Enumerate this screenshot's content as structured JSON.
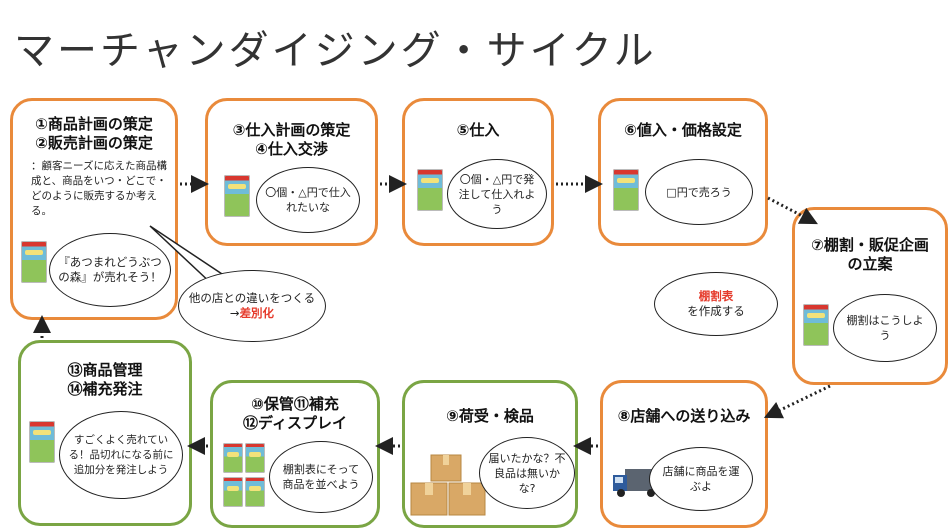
{
  "title": "マーチャンダイジング・サイクル",
  "steps": {
    "s1": {
      "line1": "①商品計画の策定",
      "line2": "②販売計画の策定",
      "note": "：顧客ニーズに応えた商品構成と、商品をいつ・どこで・どのように販売するか考える。",
      "bubble": "『あつまれどうぶつの森』が売れそう！"
    },
    "s3": {
      "line1": "③仕入計画の策定",
      "line2": "④仕入交渉",
      "bubble": "〇個・△円で仕入れたいな"
    },
    "s5": {
      "line1": "⑤仕入",
      "bubble": "〇個・△円で発注して仕入れよう"
    },
    "s6": {
      "line1": "⑥値入・価格設定",
      "bubble": "□円で売ろう"
    },
    "s7": {
      "line1": "⑦棚割・販促企画",
      "line2": "の立案",
      "bubble": "棚割はこうしよう"
    },
    "s8": {
      "line1": "⑧店舗への送り込み",
      "bubble": "店舗に商品を運ぶよ"
    },
    "s9": {
      "line1": "⑨荷受・検品",
      "bubble": "届いたかな？不良品は無いかな?"
    },
    "s10": {
      "line1": "⑩保管⑪補充",
      "line2": "⑫ディスプレイ",
      "bubble": "棚割表にそって商品を並べよう"
    },
    "s13": {
      "line1": "⑬商品管理",
      "line2": "⑭補充発注",
      "bubble": "すごくよく売れている！品切れになる前に追加分を発注しよう"
    }
  },
  "callouts": {
    "diff_prefix": "他の店との違いをつくる→",
    "diff_emph": "差別化",
    "shelf_emph": "棚割表",
    "shelf_rest": "を作成する"
  },
  "colors": {
    "orange": "#e98a3b",
    "green": "#7aa544",
    "accent_red": "#e53a2b"
  },
  "icons": [
    "game-box-icon",
    "truck-icon",
    "cardboard-boxes-icon"
  ]
}
